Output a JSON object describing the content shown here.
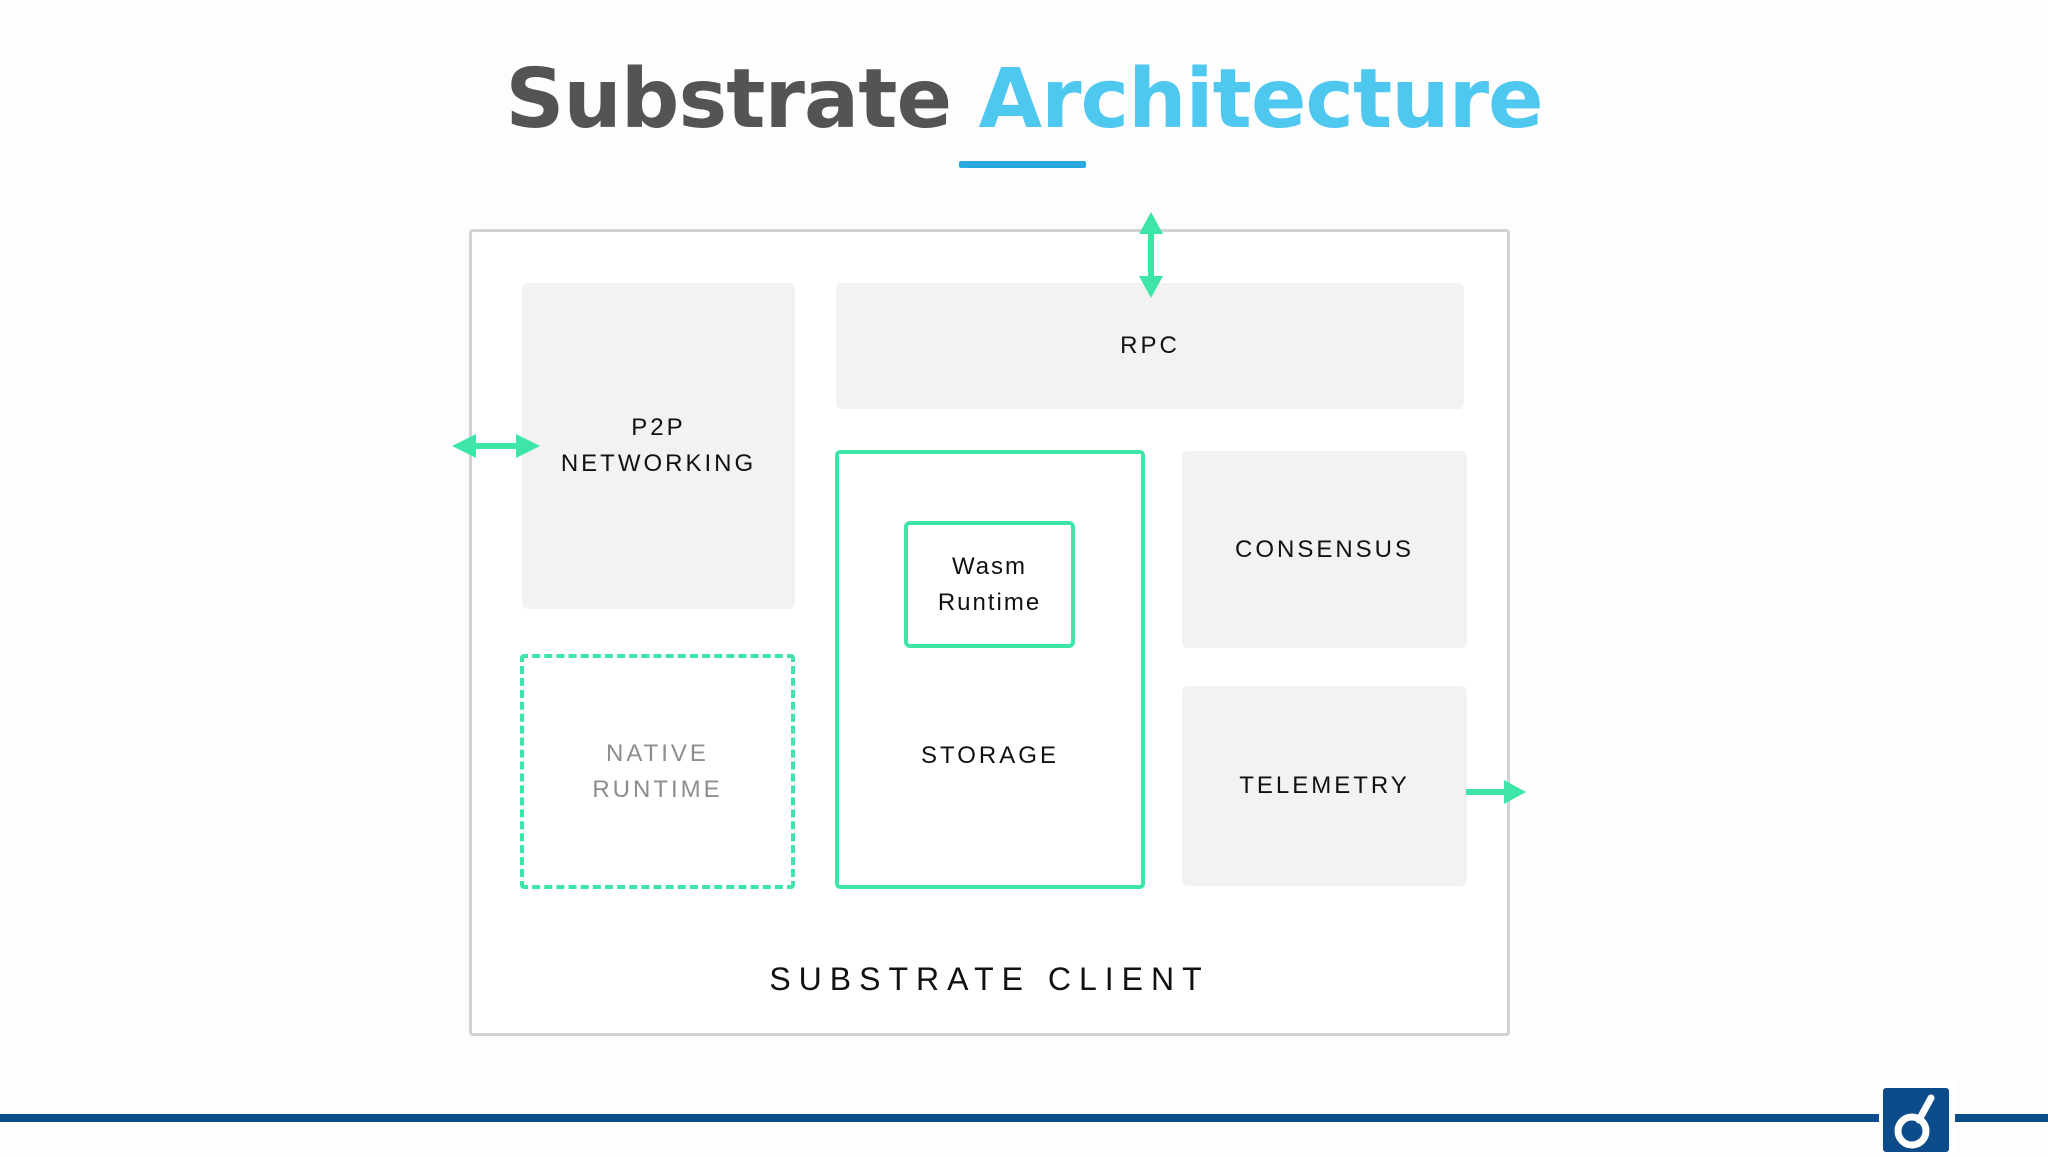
{
  "title": {
    "part1": "Substrate",
    "part2": "Architecture"
  },
  "diagram": {
    "p2p": "P2P\nNETWORKING",
    "rpc": "RPC",
    "consensus": "CONSENSUS",
    "telemetry": "TELEMETRY",
    "wasm_runtime": "Wasm\nRuntime",
    "storage": "STORAGE",
    "native_runtime": "NATIVE\nRUNTIME",
    "client": "SUBSTRATE CLIENT"
  },
  "colors": {
    "title_dark": "#545454",
    "title_accent": "#4fc8f0",
    "arrow_green": "#3de6a6",
    "bottom_bar": "#0d4c8b"
  },
  "icons": [
    "bidirectional-arrow-icon",
    "right-arrow-icon",
    "brand-logo-icon"
  ]
}
